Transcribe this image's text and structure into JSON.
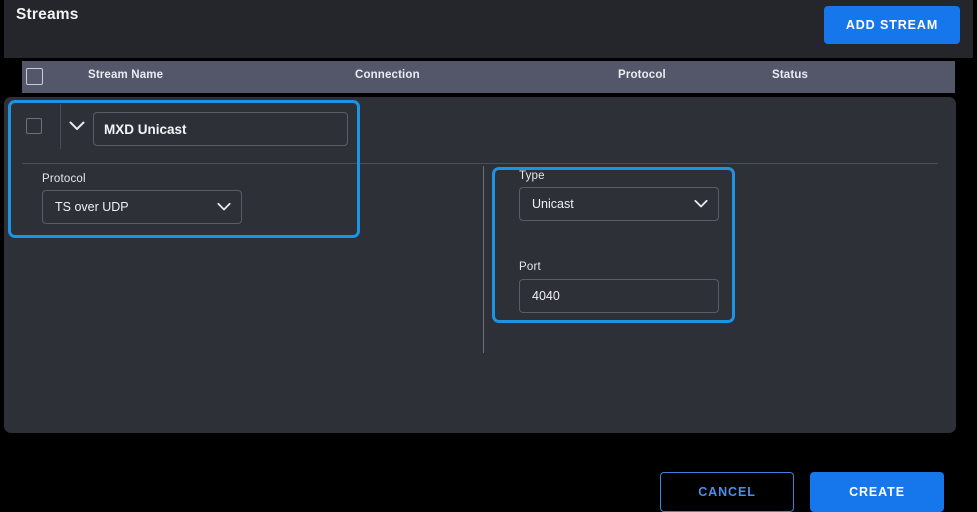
{
  "header": {
    "title": "Streams",
    "add_stream_label": "ADD STREAM"
  },
  "table": {
    "select_all_checkbox": "select-all",
    "columns": [
      {
        "key": "stream_name",
        "label": "Stream Name"
      },
      {
        "key": "connection",
        "label": "Connection"
      },
      {
        "key": "protocol",
        "label": "Protocol"
      },
      {
        "key": "status",
        "label": "Status"
      }
    ]
  },
  "editor": {
    "row": {
      "checkbox_checked": false,
      "expanded": true,
      "expand_icon": "chevron-down-icon",
      "stream_name_value": "MXD Unicast",
      "stream_name_placeholder": "Stream Name"
    },
    "left_column": {
      "protocol": {
        "label": "Protocol",
        "value": "TS over UDP",
        "caret_icon": "chevron-down-icon",
        "options": [
          "TS over UDP"
        ]
      }
    },
    "right_column": {
      "type": {
        "label": "Type",
        "value": "Unicast",
        "caret_icon": "chevron-down-icon",
        "options": [
          "Unicast"
        ]
      },
      "port": {
        "label": "Port",
        "value": "4040",
        "placeholder": "Port"
      }
    },
    "actions": {
      "cancel_label": "CANCEL",
      "create_label": "CREATE"
    }
  },
  "highlights": [
    {
      "name": "highlight-protocol-group",
      "color": "#1d93e3"
    },
    {
      "name": "highlight-type-port-group",
      "color": "#1d93e3"
    }
  ],
  "colors": {
    "accent_blue": "#1677ec",
    "highlight_blue": "#1d93e3",
    "panel_bg": "#2e3038",
    "topbar_bg": "#24262c",
    "table_header_bg": "#54566a",
    "border_grey": "#5a5d68",
    "text_primary": "#f0f2f5"
  }
}
